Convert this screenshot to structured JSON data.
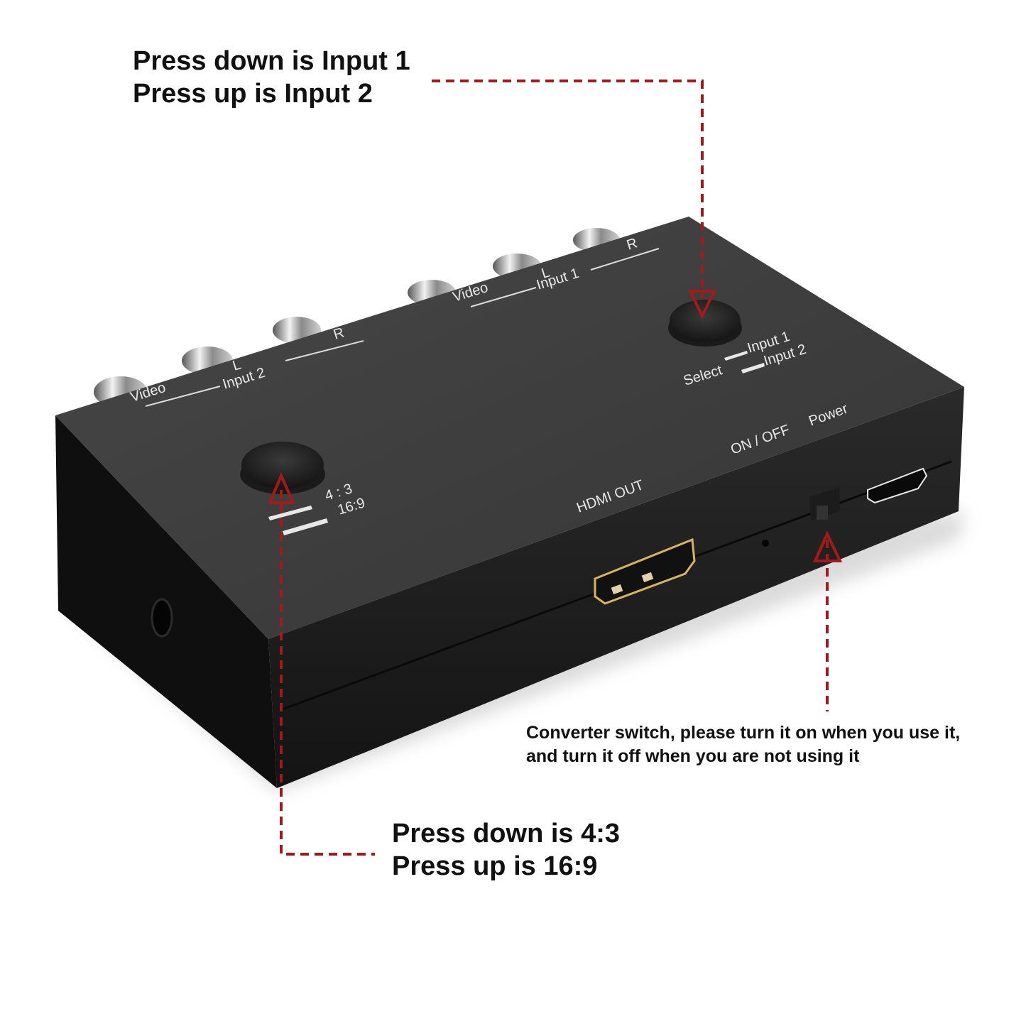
{
  "annotations": {
    "select_button": {
      "line1": "Press down is Input 1",
      "line2": "Press up is Input 2"
    },
    "aspect_button": {
      "line1": "Press down is 4:3",
      "line2": "Press up is 16:9"
    },
    "power_switch": {
      "line1": "Converter switch, please turn it on when you use it,",
      "line2": "and turn it off when you are not using it"
    }
  },
  "device": {
    "input1": {
      "video": "Video",
      "left": "L",
      "right": "R",
      "group": "Input 1"
    },
    "input2": {
      "video": "Video",
      "left": "L",
      "right": "R",
      "group": "Input 2"
    },
    "select": {
      "label": "Select",
      "opt1": "Input 1",
      "opt2": "Input 2"
    },
    "aspect": {
      "opt1": "4 : 3",
      "opt2": "16:9"
    },
    "hdmi_out": "HDMI OUT",
    "on_off": "ON / OFF",
    "power": "Power"
  },
  "colors": {
    "arrow": "#a31a1a",
    "body_top": "#3d3d3d",
    "body_side": "#161616",
    "hdmi_gold": "#d9b25c"
  }
}
